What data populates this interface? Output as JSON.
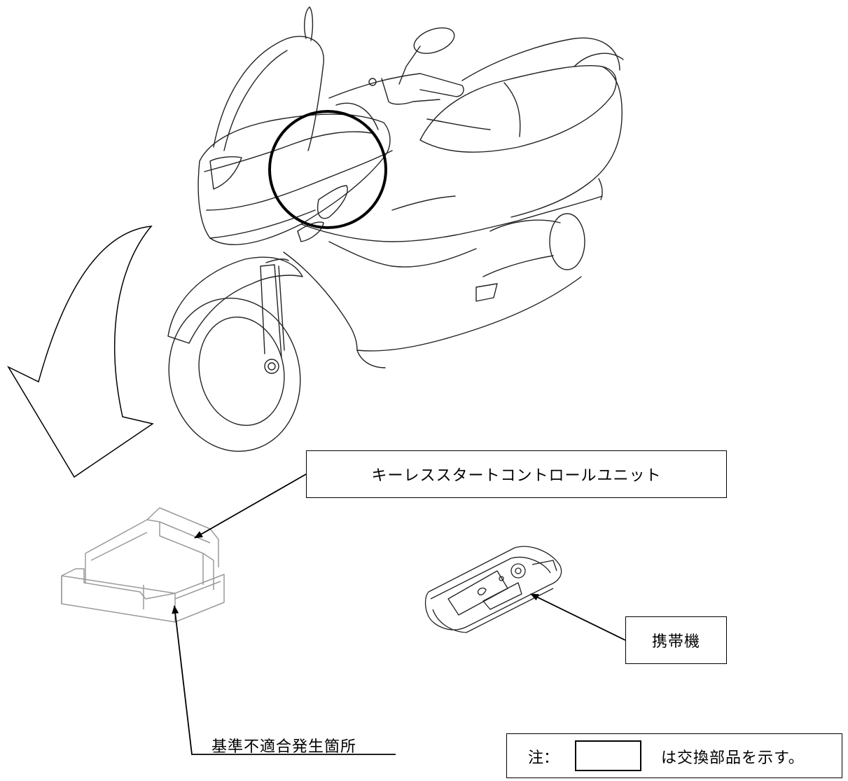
{
  "labels": {
    "control_unit": "キーレススタートコントロールユニット",
    "portable_device": "携帯機",
    "fault_location": "基準不適合発生箇所"
  },
  "note": {
    "prefix": "注：",
    "text": "は交換部品を示す。"
  }
}
